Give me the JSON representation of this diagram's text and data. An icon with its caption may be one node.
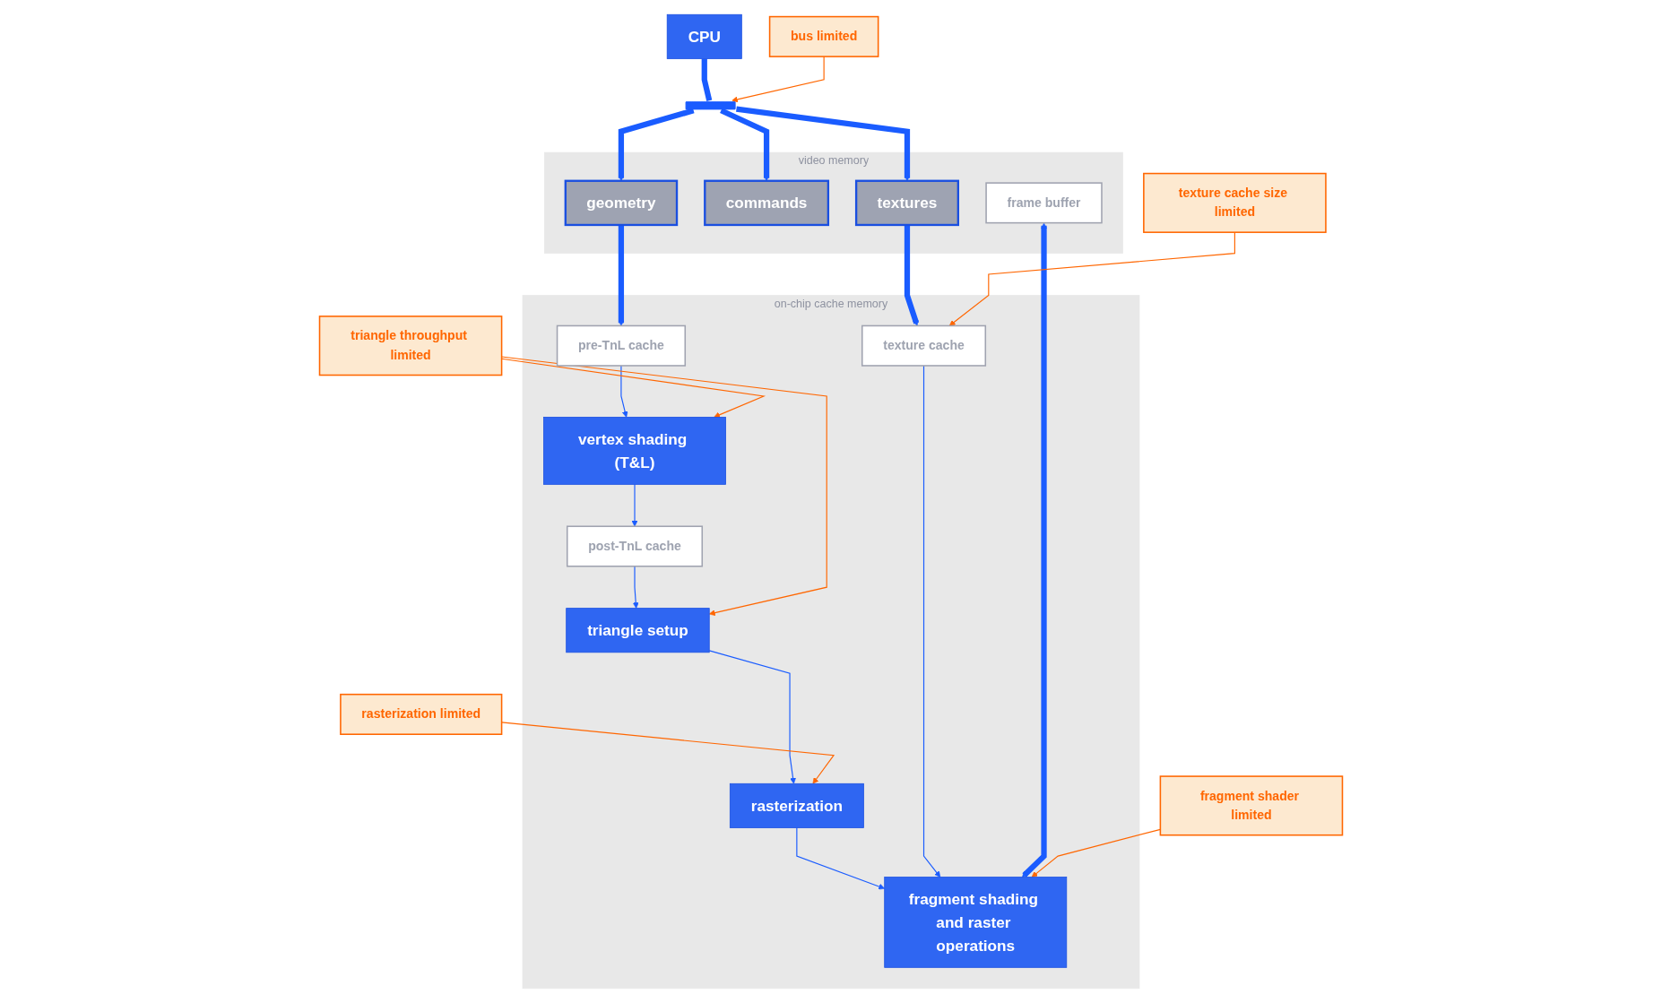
{
  "diagram": {
    "nodes": [
      {
        "text": [
          "bus limited"
        ]
      },
      {
        "text": [
          "video memory"
        ]
      },
      {
        "text": [
          "geometry"
        ],
        "in": 1
      },
      {
        "text": [
          "commands"
        ],
        "in": 1
      },
      {
        "text": [
          "textures"
        ],
        "in": 1
      },
      {
        "text": [
          "frame buffer"
        ],
        "in": 1
      },
      {
        "text": [
          "on-chip cache memory"
        ]
      },
      {
        "text": [
          "pre-TnL cache"
        ],
        "in": 6
      },
      {
        "text": [
          "vertex shading (T&L)"
        ],
        "in": 6
      },
      {
        "text": [
          "post-TnL cache"
        ],
        "in": 6
      },
      {
        "text": [
          "triangle setup"
        ],
        "in": 6
      },
      {
        "text": [
          "rasterization"
        ],
        "in": 6
      },
      {
        "text": [
          "texture cache"
        ],
        "in": 6
      },
      {
        "text": [
          "fragment shading and raster operations"
        ],
        "in": 6
      },
      {
        "text": [
          "CPU"
        ]
      },
      {
        "text": [
          "triangle throughput limited"
        ]
      },
      {
        "text": [
          "texture cache size limited"
        ]
      },
      {
        "text": [
          "rasterization limited"
        ]
      },
      {
        "text": [
          "fragment shader limited"
        ]
      },
      {
        "text": [],
        "shape": "bar"
      }
    ],
    "edges": [
      {
        "from": 14,
        "to": 19,
        "arrow": "none",
        "style": "thick"
      },
      {
        "from": 19,
        "to": 2,
        "arrow": "to",
        "style": "thick"
      },
      {
        "from": 19,
        "to": 3,
        "arrow": "to",
        "style": "thick"
      },
      {
        "from": 19,
        "to": 4,
        "arrow": "to",
        "style": "thick"
      },
      {
        "from": 2,
        "to": 7,
        "arrow": "to",
        "style": "thick"
      },
      {
        "from": 7,
        "to": 8,
        "arrow": "to"
      },
      {
        "from": 8,
        "to": 9,
        "arrow": "to"
      },
      {
        "from": 9,
        "to": 10,
        "arrow": "to"
      },
      {
        "from": 10,
        "to": 11,
        "arrow": "to"
      },
      {
        "from": 11,
        "to": 13,
        "arrow": "to"
      },
      {
        "from": 4,
        "to": 12,
        "arrow": "to",
        "style": "thick"
      },
      {
        "from": 12,
        "to": 13,
        "arrow": "to"
      },
      {
        "from": 5,
        "to": 13,
        "arrow": "both",
        "style": "thick"
      },
      {
        "from": 0,
        "to": 19,
        "arrow": "to",
        "color": "#ff6600"
      },
      {
        "from": 15,
        "to": 8,
        "arrow": "to",
        "color": "#ff6600"
      },
      {
        "from": 15,
        "to": 10,
        "arrow": "to",
        "color": "#ff6600"
      },
      {
        "from": 16,
        "to": 12,
        "arrow": "to",
        "color": "#ff6600"
      },
      {
        "from": 17,
        "to": 11,
        "arrow": "to",
        "color": "#ff6600"
      },
      {
        "from": 18,
        "to": 13,
        "arrow": "to",
        "color": "#ff6600"
      }
    ]
  }
}
